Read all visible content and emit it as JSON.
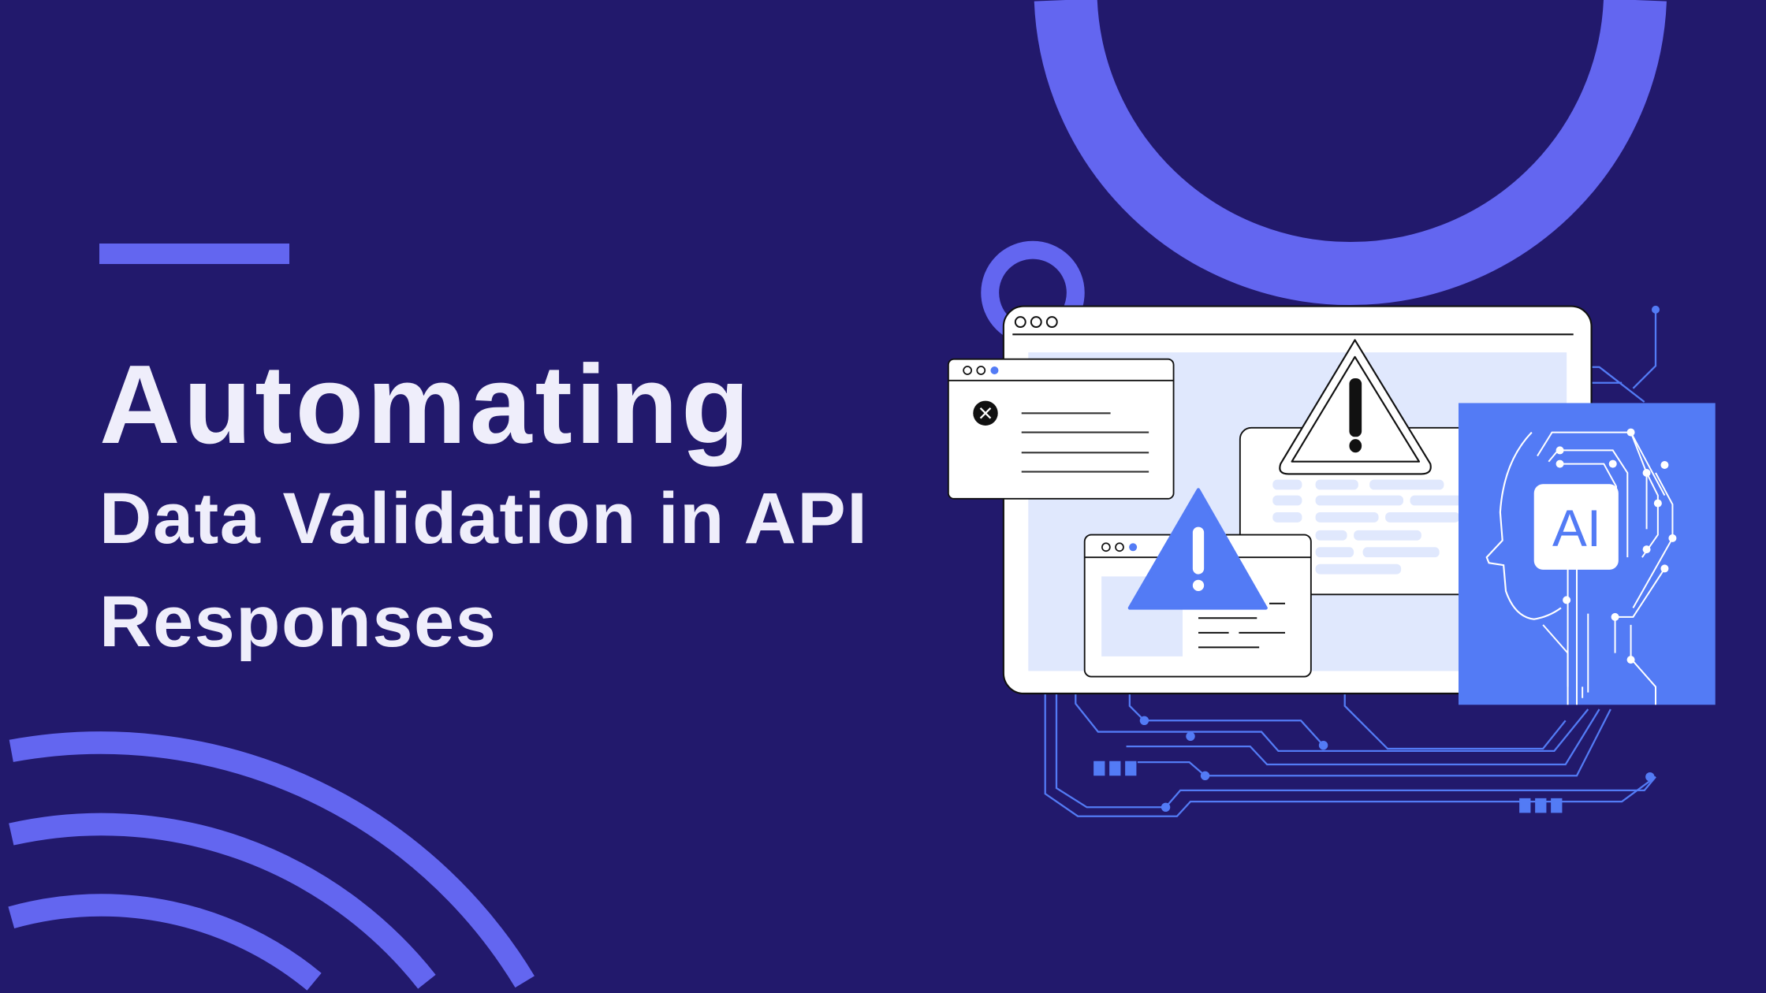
{
  "title": {
    "line1": "Automating",
    "line2": "Data Validation in API",
    "line3": "Responses"
  },
  "illustration": {
    "ai_badge": "AI"
  },
  "colors": {
    "background": "#22196C",
    "ring": "#6366F0",
    "illustration_blue": "#537BF5",
    "light_blue": "#E0E8FD",
    "text": "#EFEEFB"
  }
}
